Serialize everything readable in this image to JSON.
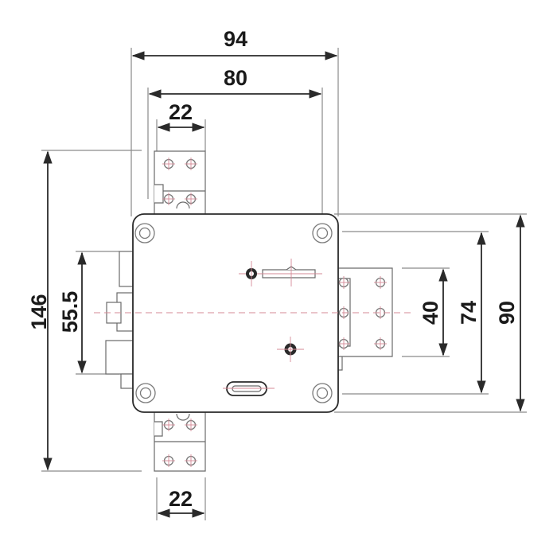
{
  "diagram": {
    "dimensions": {
      "overall_width": "94",
      "body_width": "80",
      "top_bracket_width": "22",
      "bottom_bracket_width": "22",
      "overall_height": "146",
      "left_offset": "55.5",
      "right_bracket_height": "40",
      "right_inner_height": "74",
      "body_height": "90"
    },
    "colors": {
      "line": "#2a2a2a",
      "extension": "#8a8a8a",
      "centerline": "#d58a96"
    }
  }
}
